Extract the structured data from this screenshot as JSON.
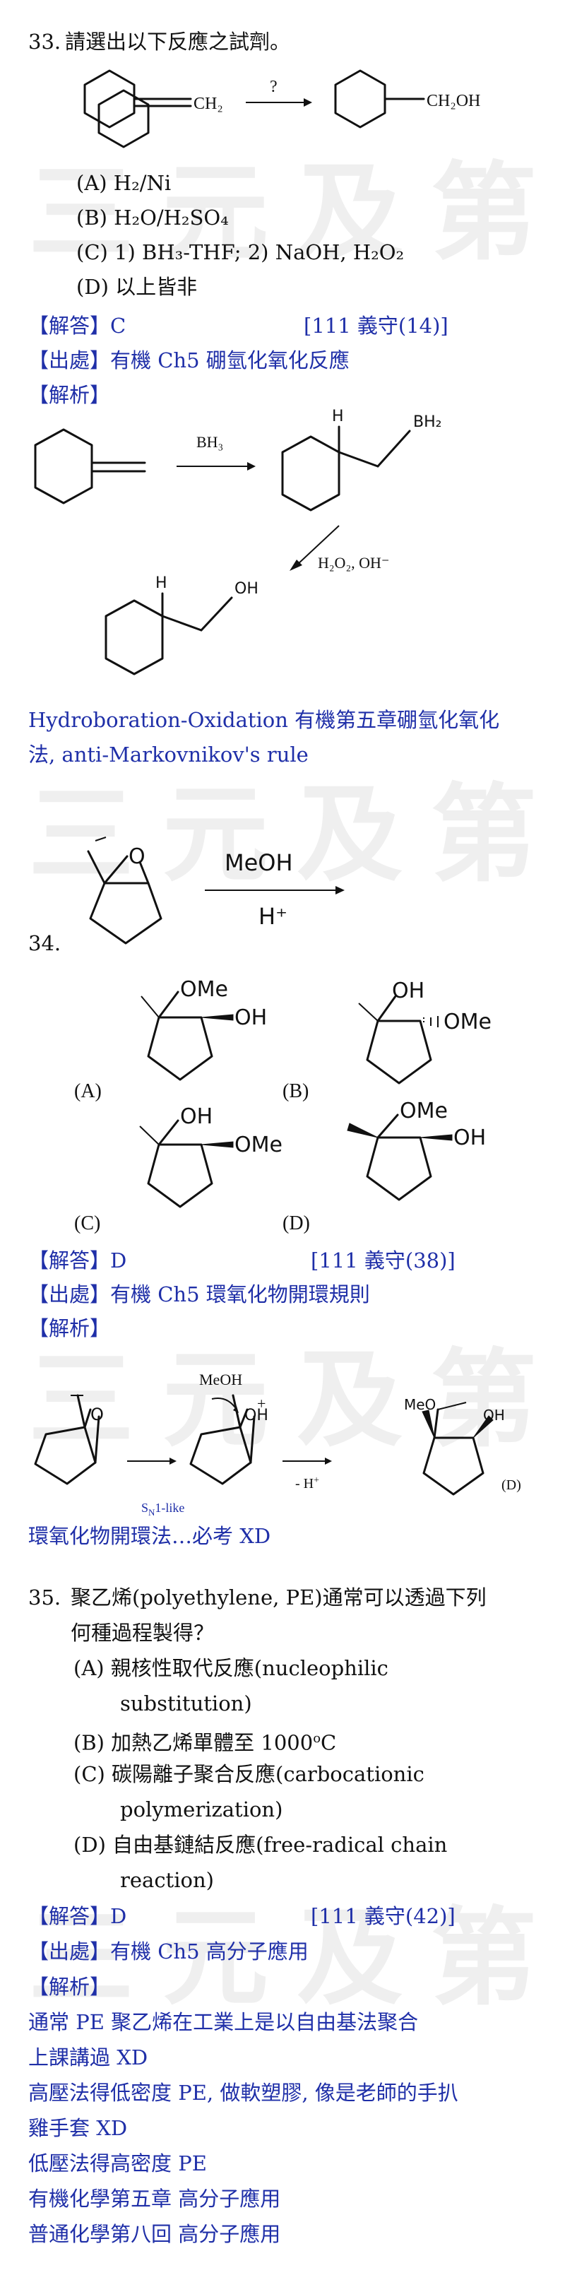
{
  "watermark": "三元及第",
  "q33": {
    "num": "33.",
    "stem": "請選出以下反應之試劑。",
    "scheme": {
      "reactant_label": "CH₂",
      "arrow_label": "?",
      "product_label": "CH₂OH"
    },
    "options": [
      "(A) H₂/Ni",
      "(B) H₂O/H₂SO₄",
      "(C) 1) BH₃-THF; 2) NaOH, H₂O₂",
      "(D)  以上皆非"
    ],
    "answer": "【解答】C",
    "answer_ref": "[111 義守(14)]",
    "source": "【出處】有機 Ch5  硼氫化氧化反應",
    "analysis": "【解析】",
    "scheme2": {
      "reagent1": "BH₃",
      "H_label": "H",
      "BH2_label": "BH₂",
      "reagent2": "H₂O₂, OH⁻",
      "H_label2": "H",
      "OH_label": "OH"
    },
    "note_line1": "Hydroboration-Oxidation  有機第五章硼氫化氧化",
    "note_line2": "法, anti-Markovnikov's rule"
  },
  "q34": {
    "num": "34.",
    "scheme": {
      "O_label": "O",
      "reagent_top": "MeOH",
      "reagent_bottom": "H⁺"
    },
    "options": [
      {
        "letter": "(A)",
        "top": "OMe",
        "side": "OH"
      },
      {
        "letter": "(B)",
        "top": "OH",
        "side": "OMe"
      },
      {
        "letter": "(C)",
        "top": "OH",
        "side": "OMe"
      },
      {
        "letter": "(D)",
        "top": "OMe",
        "side": "OH"
      }
    ],
    "answer": "【解答】D",
    "answer_ref": "[111 義守(38)]",
    "source": "【出處】有機 Ch5  環氧化物開環規則",
    "analysis": "【解析】",
    "mech": {
      "O1": "O",
      "meoh": "MeOH",
      "plus": "+",
      "OH1": "OH",
      "sn1": "S",
      "sn1_sub": "N",
      "sn1_rest": "1-like",
      "minus_h": "- H",
      "minus_h_sup": "+",
      "meo": "MeO",
      "OH2": "OH",
      "d_label": "(D)"
    },
    "note": "環氧化物開環法…必考 XD"
  },
  "q35": {
    "num": "35.",
    "stem_line1": "聚乙烯(polyethylene, PE)通常可以透過下列",
    "stem_line2": "何種過程製得？",
    "opt_a_1": "(A)  親核性取代反應(nucleophilic",
    "opt_a_2": "substitution)",
    "opt_b_1": "(B)  加熱乙烯單體至 1000",
    "opt_b_sup": "o",
    "opt_b_2": "C",
    "opt_c_1": "(C)  碳陽離子聚合反應(carbocationic",
    "opt_c_2": "polymerization)",
    "opt_d_1": "(D)  自由基鏈結反應(free-radical chain",
    "opt_d_2": "reaction)",
    "answer": "【解答】D",
    "answer_ref": "[111 義守(42)]",
    "source": "【出處】有機 Ch5  高分子應用",
    "analysis": "【解析】",
    "notes": [
      "通常 PE 聚乙烯在工業上是以自由基法聚合",
      "上課講過 XD",
      "高壓法得低密度 PE, 做軟塑膠, 像是老師的手扒",
      "雞手套 XD",
      "低壓法得高密度 PE",
      "有機化學第五章  高分子應用",
      "普通化學第八回  高分子應用"
    ]
  }
}
